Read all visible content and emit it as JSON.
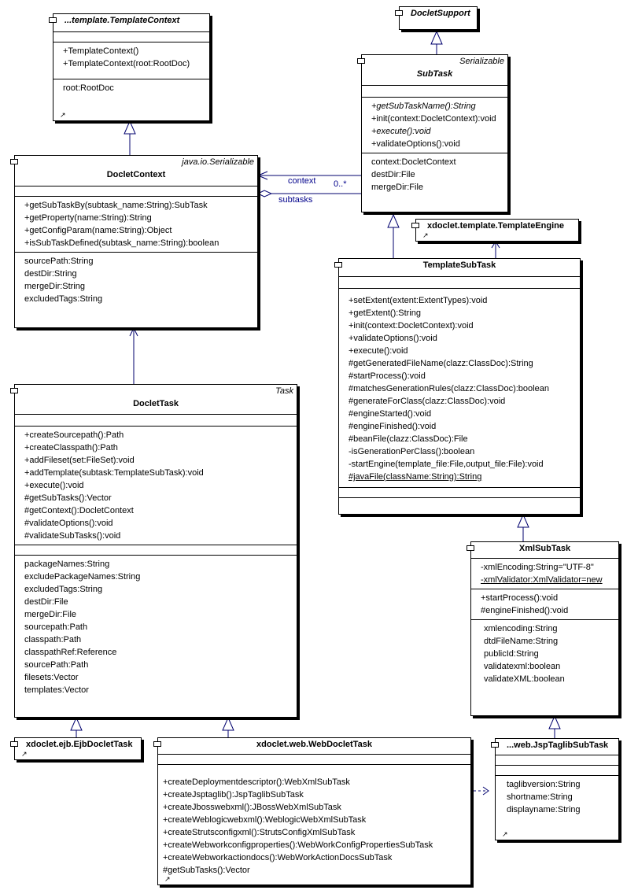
{
  "classes": {
    "template_context": {
      "title": "...template.TemplateContext",
      "methods": [
        "+TemplateContext()",
        "+TemplateContext(root:RootDoc)"
      ],
      "attributes": [
        "root:RootDoc"
      ]
    },
    "doclet_support": {
      "title": "DocletSupport"
    },
    "subtask": {
      "stereotype": "Serializable",
      "title": "SubTask",
      "methods": [
        "+getSubTaskName():String",
        "+init(context:DocletContext):void",
        "+execute():void",
        "+validateOptions():void"
      ],
      "attributes": [
        "context:DocletContext",
        "destDir:File",
        "mergeDir:File"
      ]
    },
    "doclet_context": {
      "stereotype": "java.io.Serializable",
      "title": "DocletContext",
      "methods": [
        "+getSubTaskBy(subtask_name:String):SubTask",
        "+getProperty(name:String):String",
        "+getConfigParam(name:String):Object",
        "+isSubTaskDefined(subtask_name:String):boolean"
      ],
      "attributes": [
        "sourcePath:String",
        "destDir:String",
        "mergeDir:String",
        "excludedTags:String"
      ]
    },
    "template_engine": {
      "title": "xdoclet.template.TemplateEngine"
    },
    "template_subtask": {
      "title": "TemplateSubTask",
      "methods": [
        "+setExtent(extent:ExtentTypes):void",
        "+getExtent():String",
        "+init(context:DocletContext):void",
        "+validateOptions():void",
        "+execute():void",
        "#getGeneratedFileName(clazz:ClassDoc):String",
        "#startProcess():void",
        "#matchesGenerationRules(clazz:ClassDoc):boolean",
        "#generateForClass(clazz:ClassDoc):void",
        "#engineStarted():void",
        "#engineFinished():void",
        "#beanFile(clazz:ClassDoc):File",
        "-isGenerationPerClass():boolean",
        "-startEngine(template_file:File,output_file:File):void",
        "#javaFile(className:String):String"
      ]
    },
    "doclet_task": {
      "stereotype": "Task",
      "title": "DocletTask",
      "methods": [
        "+createSourcepath():Path",
        "+createClasspath():Path",
        "+addFileset(set:FileSet):void",
        "+addTemplate(subtask:TemplateSubTask):void",
        "+execute():void",
        "#getSubTasks():Vector",
        "#getContext():DocletContext",
        "#validateOptions():void",
        "#validateSubTasks():void"
      ],
      "attributes": [
        "packageNames:String",
        "excludePackageNames:String",
        "excludedTags:String",
        "destDir:File",
        "mergeDir:File",
        "sourcepath:Path",
        "classpath:Path",
        "classpathRef:Reference",
        "sourcePath:Path",
        "filesets:Vector",
        "templates:Vector"
      ]
    },
    "xml_subtask": {
      "title": "XmlSubTask",
      "fields": [
        "-xmlEncoding:String=\"UTF-8\"",
        "-xmlValidator:XmlValidator=new"
      ],
      "methods": [
        "+startProcess():void",
        "#engineFinished():void"
      ],
      "attributes": [
        "xmlencoding:String",
        "dtdFileName:String",
        "publicId:String",
        "validatexml:boolean",
        "validateXML:boolean"
      ]
    },
    "ejb_doclet_task": {
      "title": "xdoclet.ejb.EjbDocletTask"
    },
    "web_doclet_task": {
      "title": "xdoclet.web.WebDocletTask",
      "methods": [
        "+createDeploymentdescriptor():WebXmlSubTask",
        "+createJsptaglib():JspTaglibSubTask",
        "+createJbosswebxml():JBossWebXmlSubTask",
        "+createWeblogicwebxml():WeblogicWebXmlSubTask",
        "+createStrutsconfigxml():StrutsConfigXmlSubTask",
        "+createWebworkconfigproperties():WebWorkConfigPropertiesSubTask",
        "+createWebworkactiondocs():WebWorkActionDocsSubTask",
        "#getSubTasks():Vector"
      ]
    },
    "jsp_taglib_subtask": {
      "title": "...web.JspTaglibSubTask",
      "attributes": [
        "taglibversion:String",
        "shortname:String",
        "displayname:String"
      ]
    }
  },
  "associations": {
    "context_label": "context",
    "multiplicity": "0..*",
    "subtasks_label": "subtasks"
  },
  "colors": {
    "line": "#00006e",
    "label": "#00008b"
  }
}
